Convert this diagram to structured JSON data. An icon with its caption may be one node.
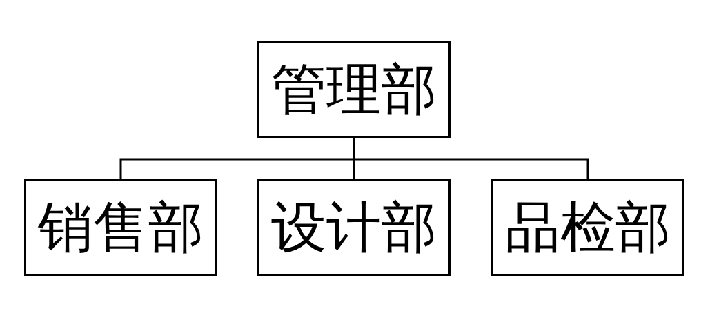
{
  "diagram": {
    "nodes": [
      {
        "text": [
          "管理部"
        ]
      },
      {
        "text": [
          "销售部"
        ]
      },
      {
        "text": [
          "设计部"
        ]
      },
      {
        "text": [
          "品检部"
        ]
      }
    ],
    "edges": [
      {
        "from": 0,
        "to": 1,
        "arrow": "none"
      },
      {
        "from": 0,
        "to": 2,
        "arrow": "none"
      },
      {
        "from": 0,
        "to": 3,
        "arrow": "none"
      }
    ]
  }
}
